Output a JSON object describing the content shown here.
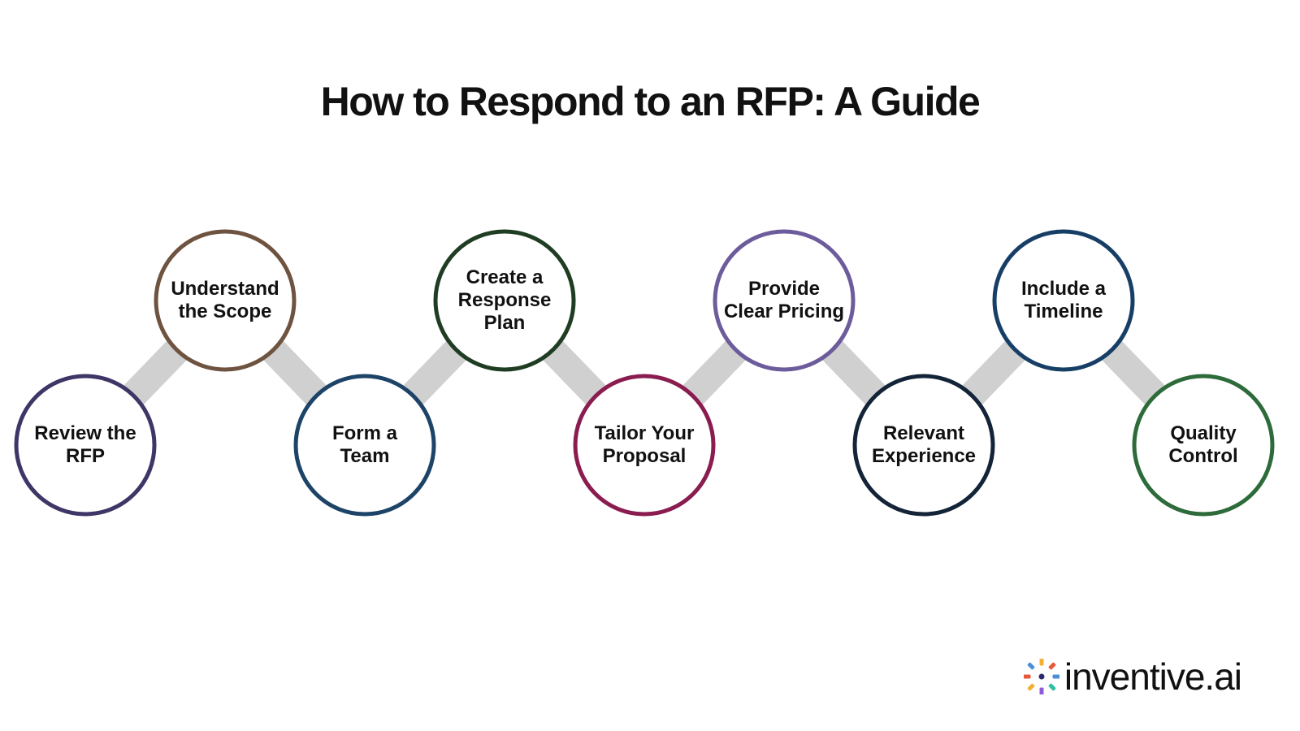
{
  "title": "How to Respond to an RFP: A Guide",
  "connector_color": "#d0d0d0",
  "steps": [
    {
      "lines": [
        "Review the",
        "RFP"
      ],
      "color": "#3f3566",
      "row": "bottom"
    },
    {
      "lines": [
        "Understand",
        "the Scope"
      ],
      "color": "#6e5340",
      "row": "top"
    },
    {
      "lines": [
        "Form a",
        "Team"
      ],
      "color": "#1d4468",
      "row": "bottom"
    },
    {
      "lines": [
        "Create a",
        "Response",
        "Plan"
      ],
      "color": "#1f3d22",
      "row": "top"
    },
    {
      "lines": [
        "Tailor Your",
        "Proposal"
      ],
      "color": "#8a1c50",
      "row": "bottom"
    },
    {
      "lines": [
        "Provide",
        "Clear Pricing"
      ],
      "color": "#6d5c9c",
      "row": "top"
    },
    {
      "lines": [
        "Relevant",
        "Experience"
      ],
      "color": "#142438",
      "row": "bottom"
    },
    {
      "lines": [
        "Include a",
        "Timeline"
      ],
      "color": "#173f66",
      "row": "top"
    },
    {
      "lines": [
        "Quality",
        "Control"
      ],
      "color": "#2e6b3a",
      "row": "bottom"
    }
  ],
  "brand": {
    "name": "inventive.ai",
    "icon": "sparkle-logo-icon",
    "logo_colors": [
      "#f2b134",
      "#e8583b",
      "#4a90d9",
      "#2ebfa5",
      "#8e5bd9"
    ]
  }
}
